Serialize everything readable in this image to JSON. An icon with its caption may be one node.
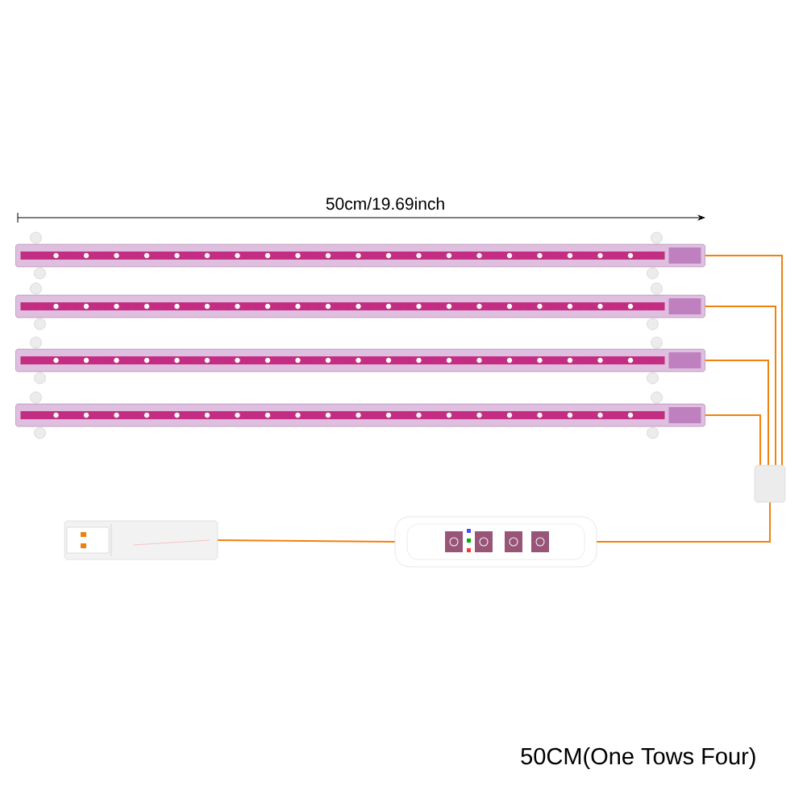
{
  "diagram": {
    "nodes": [
      {
        "text": [],
        "shape": "bar"
      },
      {
        "text": [],
        "shape": "bar"
      },
      {
        "text": [],
        "shape": "bar"
      },
      {
        "text": [],
        "shape": "bar"
      },
      {
        "text": [],
        "shape": "box"
      },
      {
        "text": [],
        "shape": "plug"
      },
      {
        "text": [],
        "shape": "box"
      }
    ],
    "edges": [
      {
        "from": 0,
        "to": 4,
        "arrow": "none"
      },
      {
        "from": 1,
        "to": 4,
        "arrow": "none"
      },
      {
        "from": 2,
        "to": 4,
        "arrow": "none"
      },
      {
        "from": 3,
        "to": 4,
        "arrow": "none"
      },
      {
        "from": 4,
        "to": 6,
        "arrow": "none"
      },
      {
        "from": 6,
        "to": 5,
        "arrow": "none"
      }
    ],
    "labels": [
      "50cm/19.69inch",
      "50CM(One Tows Four)"
    ]
  }
}
